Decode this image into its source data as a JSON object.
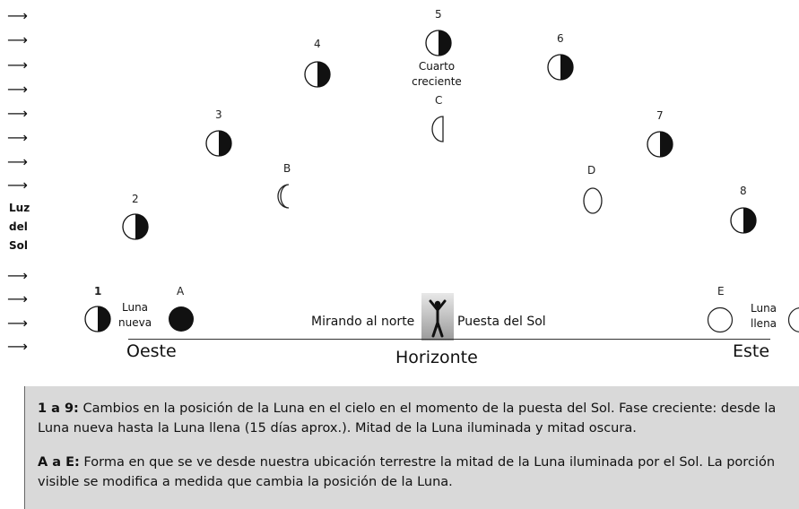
{
  "sun_label": [
    "Luz",
    "del",
    "Sol"
  ],
  "moons_numbered": [
    {
      "n": "1",
      "phase": "first-quarter"
    },
    {
      "n": "2",
      "phase": "first-quarter"
    },
    {
      "n": "3",
      "phase": "first-quarter"
    },
    {
      "n": "4",
      "phase": "first-quarter"
    },
    {
      "n": "5",
      "phase": "first-quarter",
      "label": [
        "Cuarto",
        "creciente"
      ]
    },
    {
      "n": "6",
      "phase": "first-quarter"
    },
    {
      "n": "7",
      "phase": "first-quarter"
    },
    {
      "n": "8",
      "phase": "first-quarter"
    }
  ],
  "moons_lettered": [
    {
      "n": "A",
      "phase": "new-moon"
    },
    {
      "n": "B",
      "phase": "crescent"
    },
    {
      "n": "C",
      "phase": "half"
    },
    {
      "n": "D",
      "phase": "gibbous"
    },
    {
      "n": "E",
      "phase": "full-moon"
    }
  ],
  "labels": {
    "new_moon": [
      "Luna",
      "nueva"
    ],
    "full_moon": [
      "Luna",
      "llena"
    ],
    "looking_north": "Mirando al norte",
    "sunset": "Puesta del Sol",
    "west": "Oeste",
    "east": "Este",
    "horizon": "Horizonte"
  },
  "info": {
    "p1_bold": "1 a 9:",
    "p1_text": " Cambios en la posición de la Luna en el cielo en el momento de la puesta del Sol. Fase creciente: desde la Luna nueva hasta la Luna llena (15 días aprox.). Mitad de la Luna iluminada y mitad oscura.",
    "p2_bold": "A a E:",
    "p2_text": " Forma en que se ve desde nuestra ubicación terrestre la mitad de la Luna iluminada por el Sol. La porción visible se modifica a medida que cambia la posición de la Luna."
  },
  "colors": {
    "dark": "#111111",
    "info_bg": "#d9d9d9",
    "line": "#333333"
  },
  "icons": {
    "arrow": "right-arrow-icon",
    "observer": "person-silhouette-icon"
  }
}
